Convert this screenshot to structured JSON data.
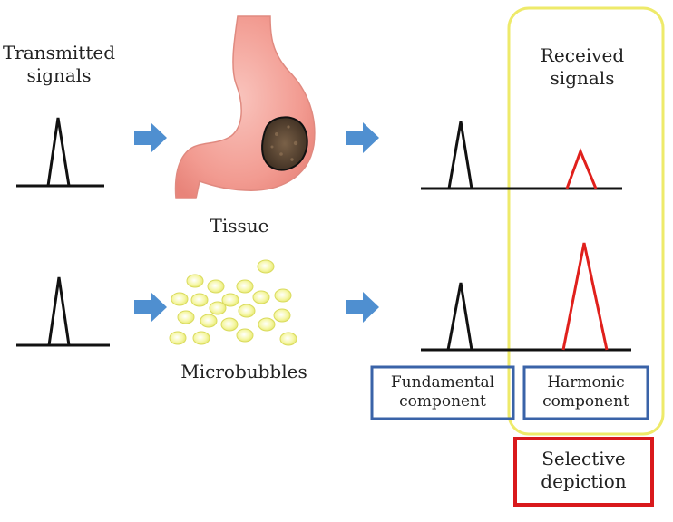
{
  "labels": {
    "transmitted": "Transmitted\nsignals",
    "received": "Received\nsignals",
    "tissue": "Tissue",
    "microbubbles": "Microbubbles",
    "fundamental": "Fundamental\ncomponent",
    "harmonic": "Harmonic\ncomponent",
    "selective": "Selective\ndepiction"
  },
  "colors": {
    "pulse": "#111111",
    "harmonic_pulse": "#e0201c",
    "arrow": "#4f8fd0",
    "highlight_frame": "#eeea6a",
    "component_box": "#3a63a8",
    "selective_box": "#d9191c",
    "stomach": "#f2a098",
    "lesion": "#4a3a2a",
    "bubble": "#f3f48a"
  },
  "icons": [
    "stomach-icon",
    "tumor-icon",
    "microbubble-icon",
    "arrow-right-icon"
  ]
}
